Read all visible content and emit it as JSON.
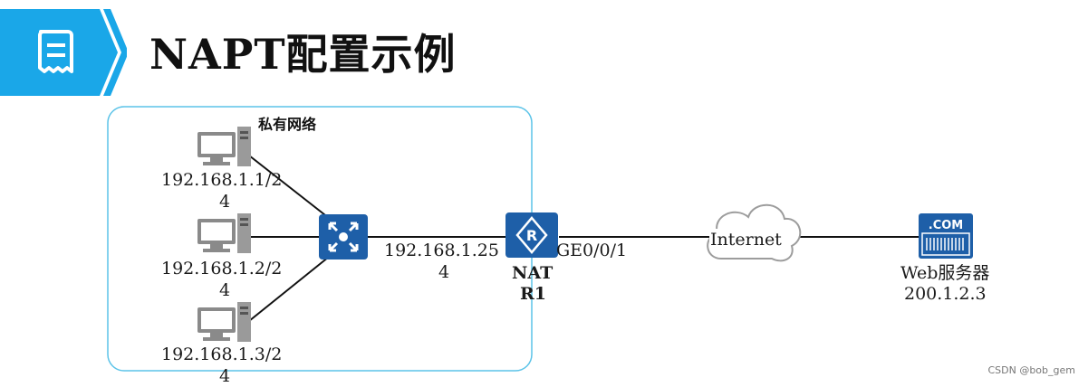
{
  "slide": {
    "title": "NAPT配置示例",
    "header_icon": "document-list-icon",
    "accent_color": "#1aa7e8"
  },
  "diagram": {
    "region_label": "私有网络",
    "hosts": [
      {
        "ip_line1": "192.168.1.1/2",
        "ip_line2": "4",
        "icon": "pc-icon"
      },
      {
        "ip_line1": "192.168.1.2/2",
        "ip_line2": "4",
        "icon": "pc-icon"
      },
      {
        "ip_line1": "192.168.1.3/2",
        "ip_line2": "4",
        "icon": "pc-icon"
      }
    ],
    "switch": {
      "icon": "switch-icon",
      "color": "#1e5fa8"
    },
    "router": {
      "icon": "router-icon",
      "inside_ip_line1": "192.168.1.25",
      "inside_ip_line2": "4",
      "outside_if": "GE0/0/1",
      "name_line1": "NAT",
      "name_line2": "R1"
    },
    "internet": {
      "label": "Internet",
      "icon": "cloud-icon"
    },
    "server": {
      "icon_text": ".COM",
      "name": "Web服务器",
      "ip": "200.1.2.3",
      "icon": "web-server-icon"
    }
  },
  "watermark": "CSDN @bob_gem"
}
